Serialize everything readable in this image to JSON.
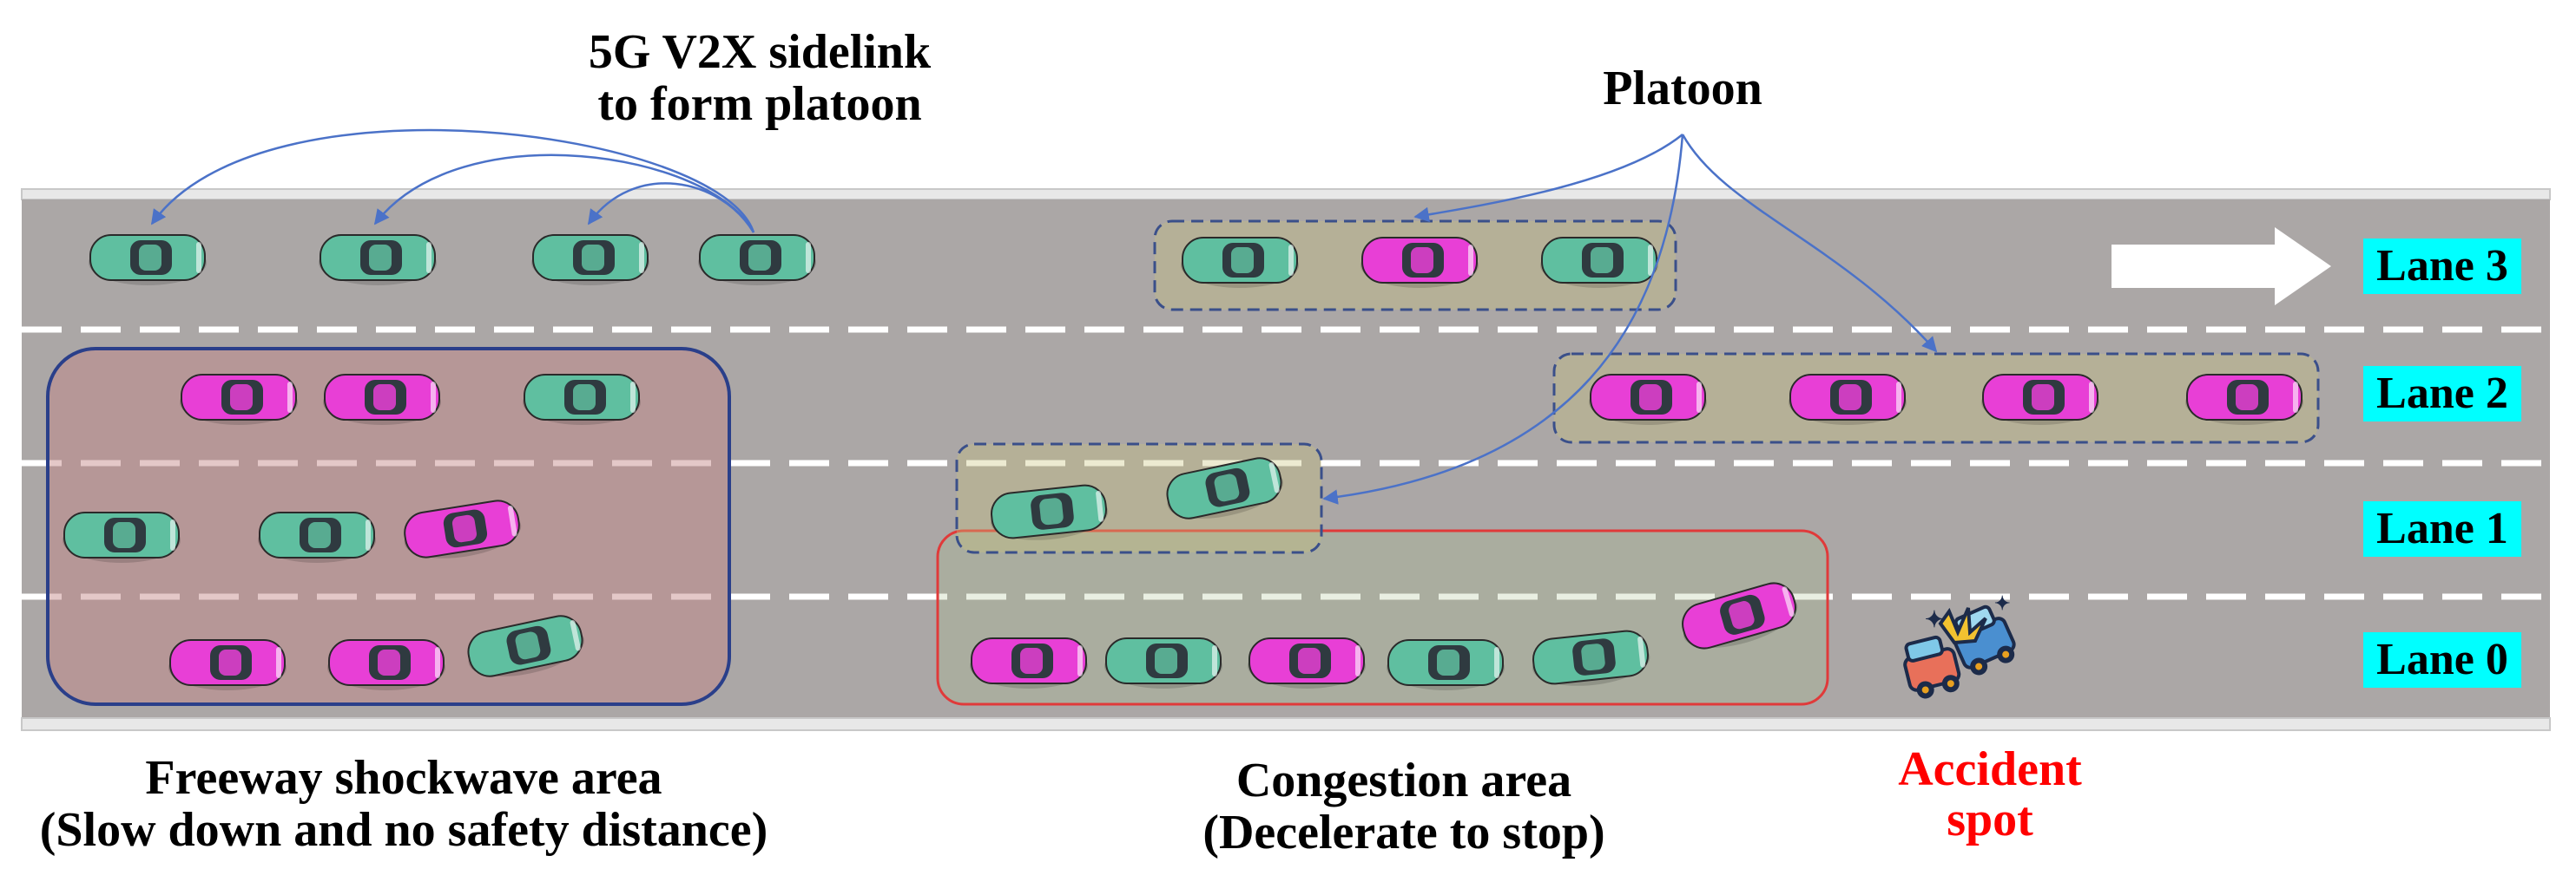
{
  "labels": {
    "v2x_line1": "5G V2X sidelink",
    "v2x_line2": "to form platoon",
    "platoon": "Platoon",
    "freeway_line1": "Freeway shockwave area",
    "freeway_line2": "(Slow down and no safety distance)",
    "congestion_line1": "Congestion area",
    "congestion_line2": "(Decelerate to stop)",
    "accident_line1": "Accident",
    "accident_line2": "spot"
  },
  "lanes": [
    {
      "label": "Lane 3"
    },
    {
      "label": "Lane 2"
    },
    {
      "label": "Lane 1"
    },
    {
      "label": "Lane 0"
    }
  ],
  "colors": {
    "road": "#aba7a6",
    "lane_marking": "#ffffff",
    "lane_label_bg": "#00ffff",
    "car_green": "#5fbfa0",
    "car_magenta": "#e83fd6",
    "platoon_box": "#3a4f8a",
    "freeway_box": "#2a3f8a",
    "congestion_box": "#e03a3a",
    "arrow": "#4b72c8",
    "accident_text": "#ff0000"
  },
  "icons": [
    "car-icon",
    "direction-arrow-icon",
    "accident-icon"
  ]
}
